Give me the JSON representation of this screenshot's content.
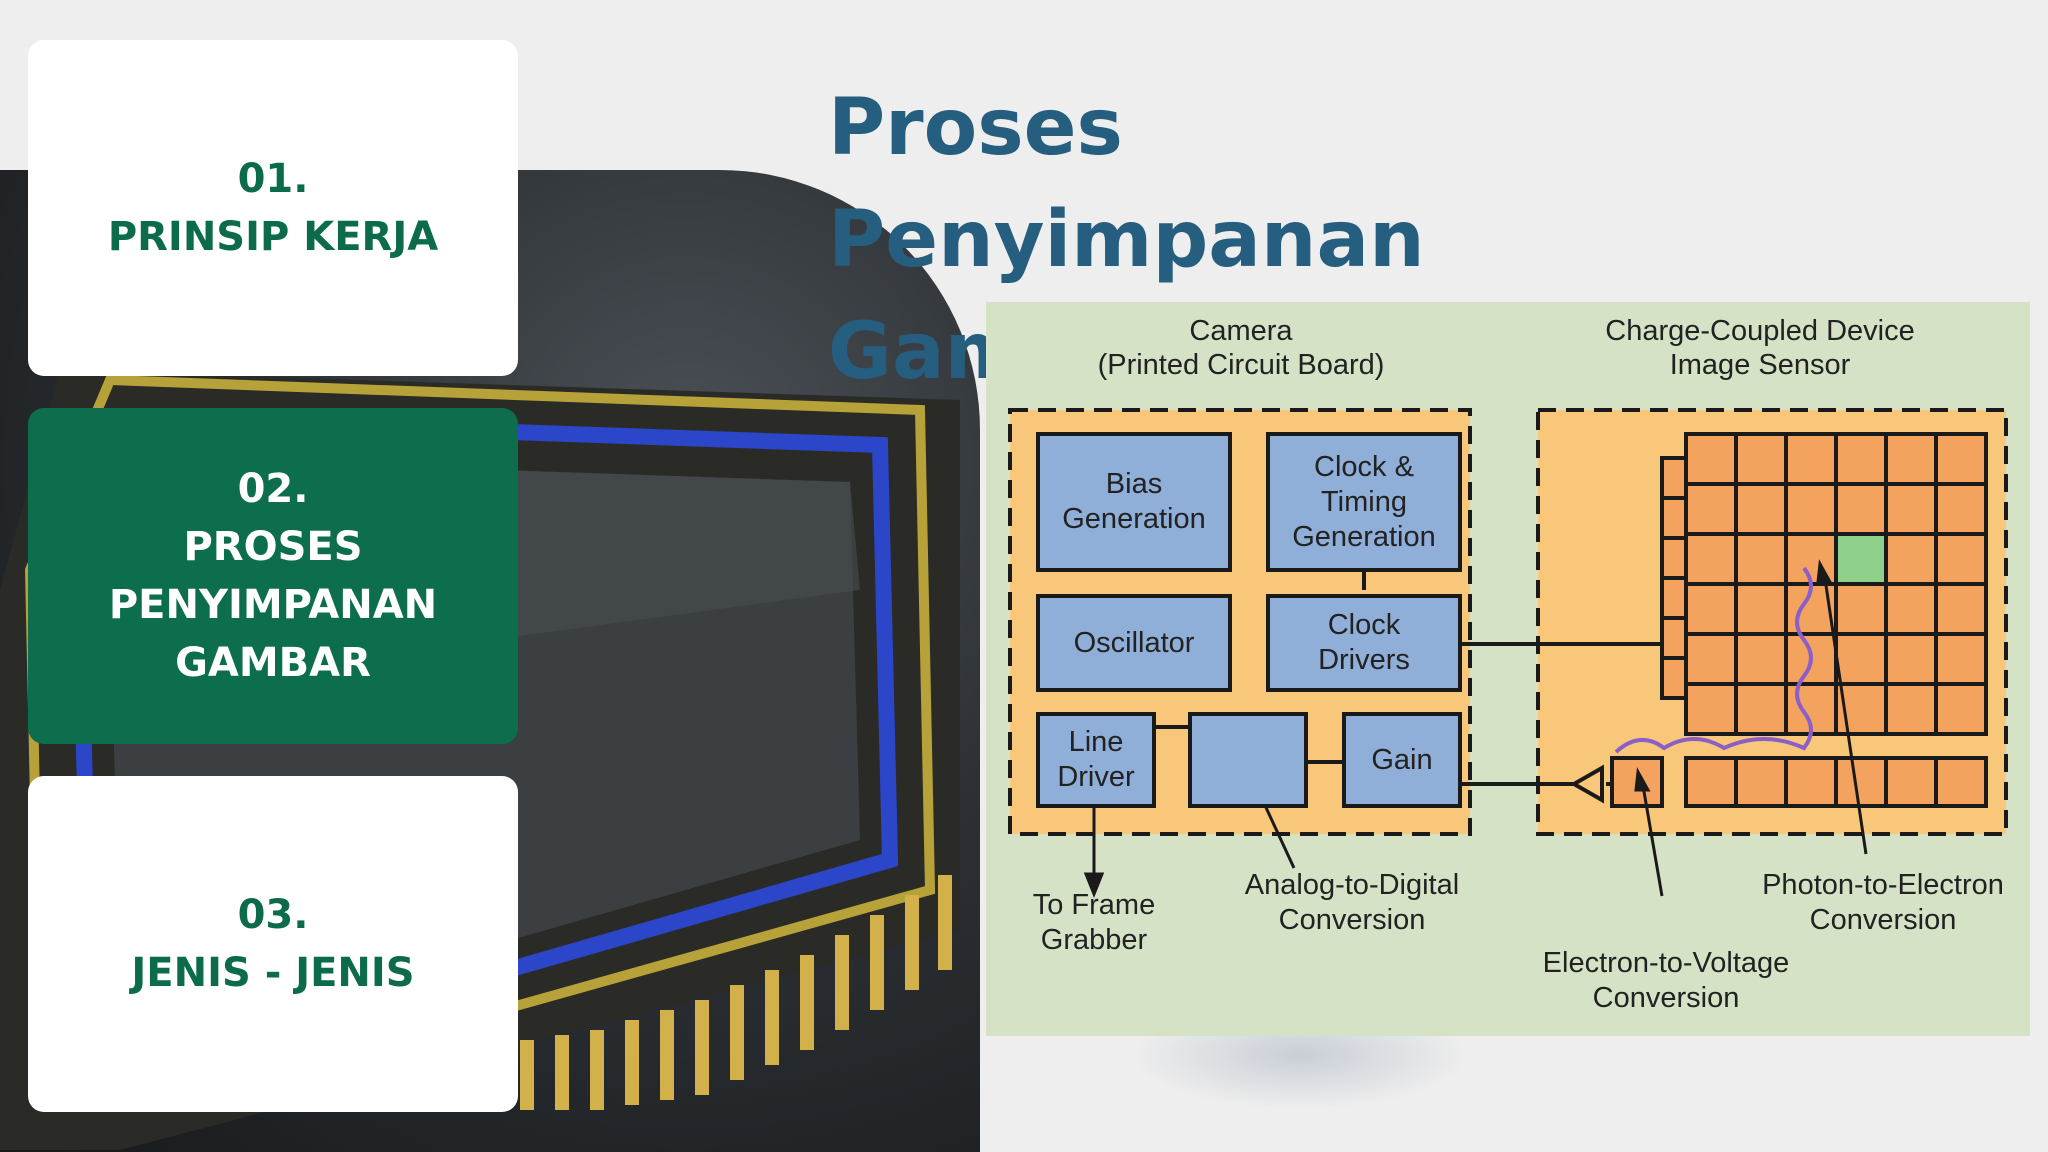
{
  "nav": [
    {
      "num": "01.",
      "label": "PRINSIP KERJA",
      "active": false
    },
    {
      "num": "02.",
      "label": "PROSES PENYIMPANAN GAMBAR",
      "active": true
    },
    {
      "num": "03.",
      "label": "JENIS - JENIS",
      "active": false
    }
  ],
  "title": "Proses Penyimpanan Gambar",
  "diagram": {
    "camera_heading_line1": "Camera",
    "camera_heading_line2": "(Printed Circuit Board)",
    "ccd_heading_line1": "Charge-Coupled Device",
    "ccd_heading_line2": "Image Sensor",
    "blocks": {
      "bias_1": "Bias",
      "bias_2": "Generation",
      "clock_1": "Clock &",
      "clock_2": "Timing",
      "clock_3": "Generation",
      "osc": "Oscillator",
      "drivers_1": "Clock",
      "drivers_2": "Drivers",
      "line_1": "Line",
      "line_2": "Driver",
      "adc": "",
      "gain": "Gain"
    },
    "annotations": {
      "frame_1": "To Frame",
      "frame_2": "Grabber",
      "adc_1": "Analog-to-Digital",
      "adc_2": "Conversion",
      "etv_1": "Electron-to-Voltage",
      "etv_2": "Conversion",
      "pte_1": "Photon-to-Electron",
      "pte_2": "Conversion"
    },
    "colors": {
      "pcb": "#f9c77a",
      "block": "#8faed8",
      "pixel": "#f4a35f",
      "active_pixel": "#8fd18a",
      "background": "#d5e2c6"
    }
  }
}
